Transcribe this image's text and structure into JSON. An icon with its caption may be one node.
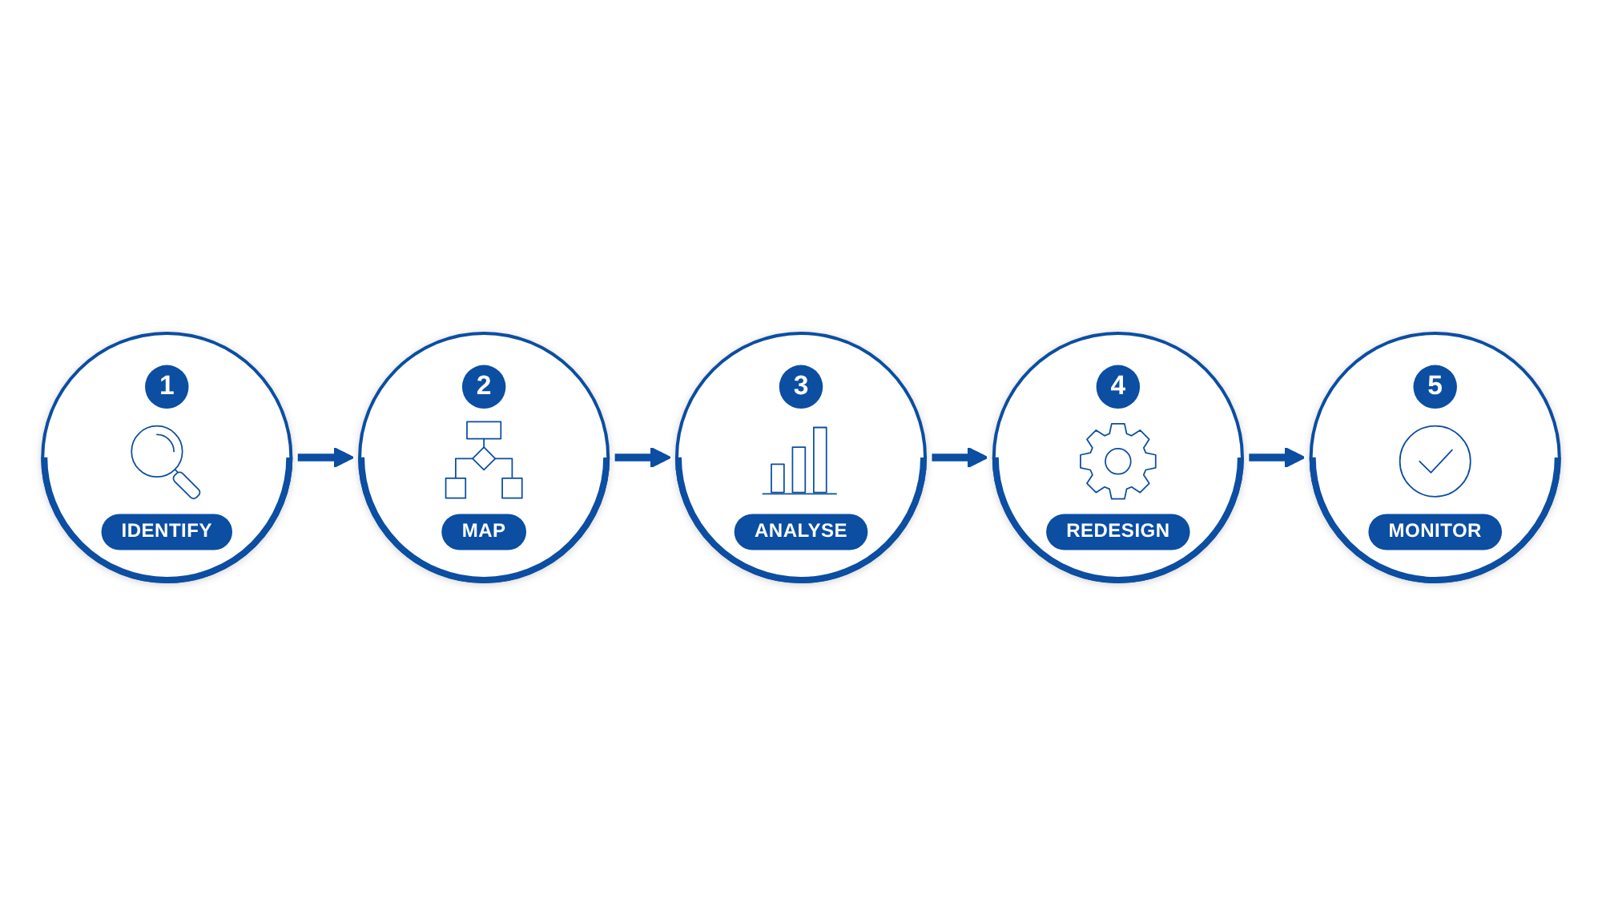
{
  "diagram": {
    "nodes": [
      {
        "text": [
          "1",
          "IDENTIFY"
        ]
      },
      {
        "text": [
          "2",
          "MAP"
        ]
      },
      {
        "text": [
          "3",
          "ANALYSE"
        ]
      },
      {
        "text": [
          "4",
          "REDESIGN"
        ]
      },
      {
        "text": [
          "5",
          "MONITOR"
        ]
      }
    ],
    "edges": [
      {
        "from": 0,
        "to": 1,
        "arrow": "to"
      },
      {
        "from": 1,
        "to": 2,
        "arrow": "to"
      },
      {
        "from": 2,
        "to": 3,
        "arrow": "to"
      },
      {
        "from": 3,
        "to": 4,
        "arrow": "to"
      }
    ]
  }
}
